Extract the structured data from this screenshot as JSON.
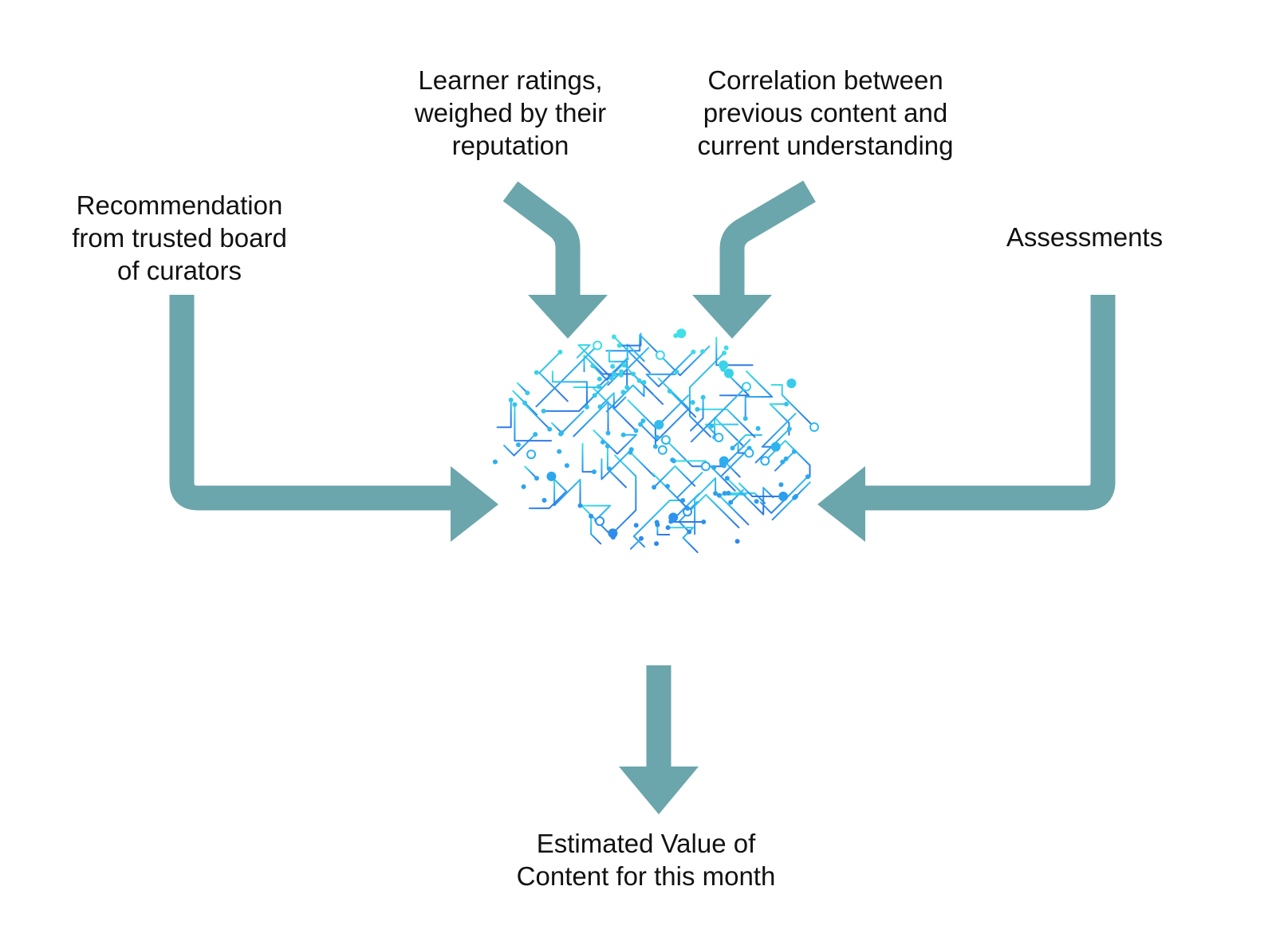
{
  "colors": {
    "arrow": "#6BA6AC",
    "brain_top": "#3FE0E6",
    "brain_mid": "#2CB0F0",
    "brain_bottom": "#2F7AE8",
    "text": "#111111"
  },
  "nodes": {
    "learner_ratings": {
      "lines": [
        "Learner ratings,",
        "weighed by their",
        "reputation"
      ]
    },
    "correlation": {
      "lines": [
        "Correlation between",
        "previous content and",
        "current understanding"
      ]
    },
    "curators": {
      "lines": [
        "Recommendation",
        "from trusted board",
        "of curators"
      ]
    },
    "assessments": {
      "lines": [
        "Assessments"
      ]
    },
    "output": {
      "lines": [
        "Estimated Value of",
        "Content for this month"
      ]
    }
  },
  "center": {
    "icon": "circuit-brain-icon"
  },
  "edges": [
    {
      "from": "learner_ratings",
      "to": "center"
    },
    {
      "from": "correlation",
      "to": "center"
    },
    {
      "from": "curators",
      "to": "center"
    },
    {
      "from": "assessments",
      "to": "center"
    },
    {
      "from": "center",
      "to": "output"
    }
  ]
}
